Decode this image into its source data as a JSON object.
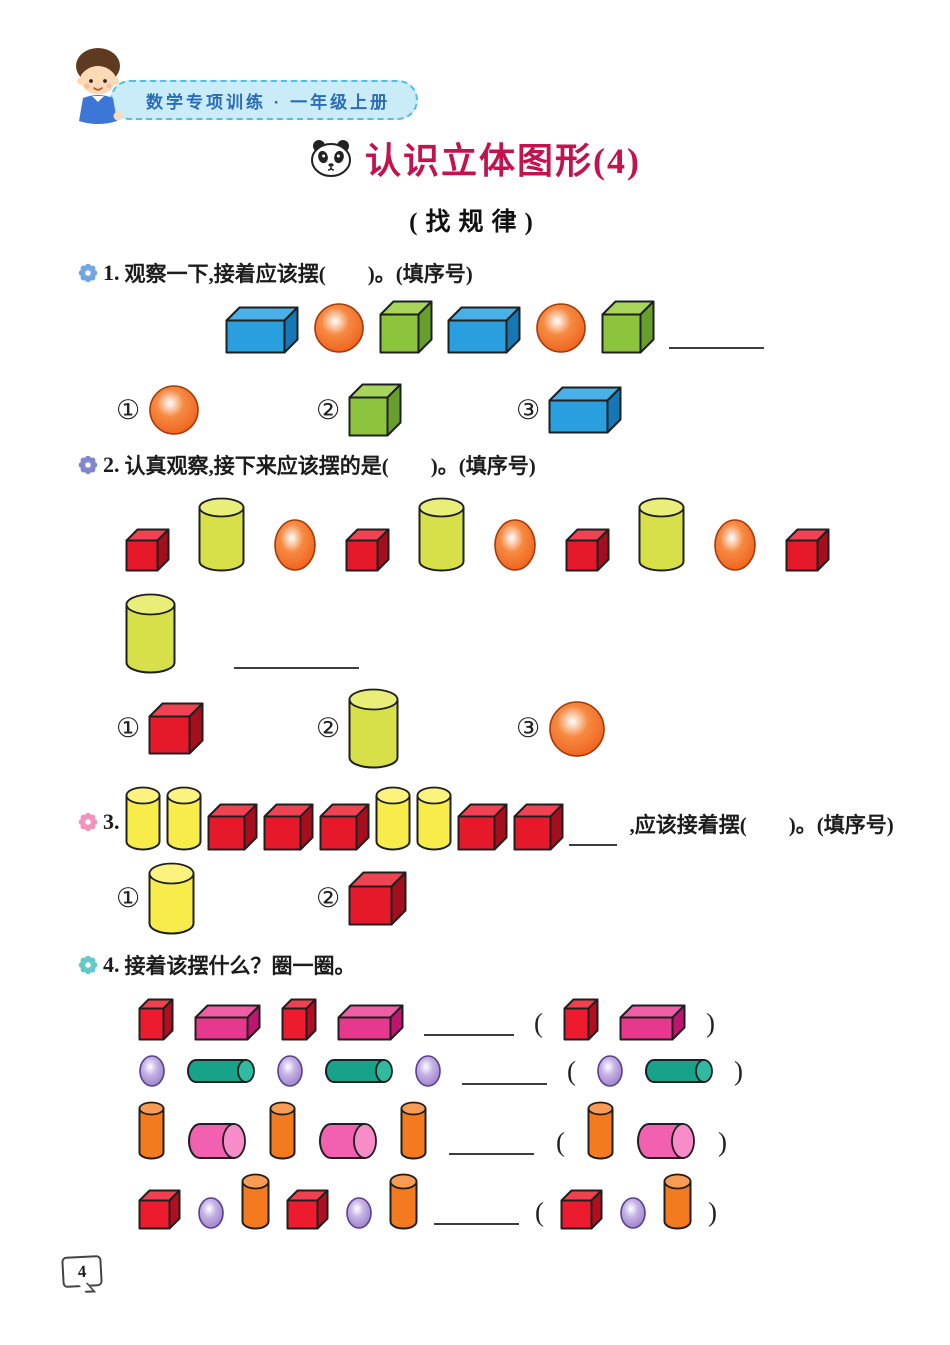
{
  "page": {
    "number": "4"
  },
  "header": {
    "banner_text": "数学专项训练 · 一年级上册"
  },
  "icons": {
    "mascot": "boy-avatar",
    "title_icon": "panda-face",
    "banner_end": "blue-bird"
  },
  "title": {
    "main": "认识立体图形(4)",
    "subtitle": "(找规律)"
  },
  "colors": {
    "title": "#c2134e",
    "banner_bg": "#c9ecf8",
    "banner_border": "#53bedd",
    "banner_text": "#2b6cb8",
    "blank_line": "#3d3d3d"
  },
  "presets": {
    "blueCuboid": {
      "t": "cuboid",
      "name": "blue-cuboid",
      "w": 58,
      "h": 32,
      "d": 13,
      "f": "#2a9fe0",
      "top": "#49b0e8",
      "side": "#1577b5"
    },
    "greenCube": {
      "t": "cuboid",
      "name": "green-cube",
      "w": 38,
      "h": 38,
      "d": 13,
      "f": "#8cc43d",
      "top": "#a7d55c",
      "side": "#679f2d"
    },
    "orangeSphere": {
      "t": "sphere",
      "name": "orange-sphere",
      "rx": 24,
      "ry": 24,
      "f": "#ee5a16",
      "mid": "#f68a42",
      "stroke": "#a33a08"
    },
    "orangeSphereL": {
      "t": "sphere",
      "name": "orange-sphere",
      "rx": 27,
      "ry": 27,
      "f": "#ee5a16",
      "mid": "#f68a42",
      "stroke": "#a33a08"
    },
    "orangeOval": {
      "t": "sphere",
      "name": "orange-sphere",
      "rx": 20,
      "ry": 25,
      "f": "#ee5a16",
      "mid": "#f68a42",
      "stroke": "#a33a08"
    },
    "redCubeS": {
      "t": "cuboid",
      "name": "red-cube",
      "w": 31,
      "h": 30,
      "d": 11,
      "f": "#e6192b",
      "top": "#ef4353",
      "side": "#a50e1d"
    },
    "redCubeOpt": {
      "t": "cuboid",
      "name": "red-cube",
      "w": 40,
      "h": 37,
      "d": 13,
      "f": "#e6192b",
      "top": "#ef4353",
      "side": "#a50e1d"
    },
    "ygCyl": {
      "t": "cylv",
      "name": "yellow-green-cylinder",
      "w": 44,
      "h": 72,
      "ry": 9,
      "f": "#d8e049",
      "top": "#e8ee78"
    },
    "ygCylL": {
      "t": "cylv",
      "name": "yellow-green-cylinder",
      "w": 48,
      "h": 78,
      "ry": 10,
      "f": "#d8e049",
      "top": "#e8ee78"
    },
    "yCyl": {
      "t": "cylv",
      "name": "yellow-cylinder",
      "w": 33,
      "h": 62,
      "ry": 8,
      "f": "#f8ec4b",
      "top": "#fbf37d"
    },
    "yCylOpt": {
      "t": "cylv",
      "name": "yellow-cylinder",
      "w": 44,
      "h": 70,
      "ry": 10,
      "f": "#f8ec4b",
      "top": "#fbf37d"
    },
    "redCubeQ3": {
      "t": "cuboid",
      "name": "red-cube",
      "w": 36,
      "h": 33,
      "d": 12,
      "f": "#e6192b",
      "top": "#ef4353",
      "side": "#a50e1d"
    },
    "redCubeQ3Opt": {
      "t": "cuboid",
      "name": "red-cube",
      "w": 42,
      "h": 38,
      "d": 14,
      "f": "#e6192b",
      "top": "#ef4353",
      "side": "#a50e1d"
    },
    "r4redCubeTall": {
      "t": "cuboid",
      "name": "red-cube",
      "w": 24,
      "h": 31,
      "d": 9,
      "f": "#ec1c2e",
      "top": "#f24050",
      "side": "#b20e1f"
    },
    "r4redCube": {
      "t": "cuboid",
      "name": "red-cube",
      "w": 30,
      "h": 28,
      "d": 10,
      "f": "#ec1c2e",
      "top": "#f24050",
      "side": "#b20e1f"
    },
    "magentaCuboid": {
      "t": "cuboid",
      "name": "magenta-cuboid",
      "w": 52,
      "h": 22,
      "d": 12,
      "f": "#e6398e",
      "top": "#ef5da7",
      "side": "#bd1570"
    },
    "purpleSphere": {
      "t": "sphere",
      "name": "purple-sphere",
      "rx": 12,
      "ry": 15,
      "f": "#9577c5",
      "mid": "#c5b2e5",
      "stroke": "#584090"
    },
    "tealCylH": {
      "t": "cylh",
      "name": "teal-cylinder",
      "w": 66,
      "h": 22,
      "rx": 8,
      "f": "#17a28a",
      "cap": "#2fbaa1"
    },
    "pinkCylH": {
      "t": "cylh",
      "name": "pink-cylinder",
      "w": 56,
      "h": 34,
      "rx": 11,
      "f": "#f161b0",
      "cap": "#f78cc8"
    },
    "orangeCylV": {
      "t": "cylv",
      "name": "orange-cylinder",
      "w": 24,
      "h": 56,
      "ry": 6,
      "f": "#f37a1f",
      "top": "#f69c55"
    },
    "orangeCylV2": {
      "t": "cylv",
      "name": "orange-cylinder",
      "w": 26,
      "h": 54,
      "ry": 7,
      "f": "#f37a1f",
      "top": "#f69c55"
    },
    "blank95": {
      "t": "blank",
      "w": 95
    },
    "blank125": {
      "t": "blank",
      "w": 125
    },
    "blank45": {
      "t": "blank",
      "w": 48
    },
    "blank90": {
      "t": "blank",
      "w": 90
    },
    "blank85": {
      "t": "blank",
      "w": 85
    },
    "parenL": {
      "t": "txt",
      "v": "("
    },
    "parenR": {
      "t": "txt",
      "v": ")"
    }
  },
  "questions": [
    {
      "num": "1.",
      "bullet": "#6fa6e2",
      "text": "观察一下,接着应该摆(　　)。(填序号)",
      "sequence": [
        "blueCuboid",
        "orangeSphere",
        "greenCube",
        "blueCuboid",
        "orangeSphere",
        "greenCube",
        "blank95"
      ],
      "options": [
        {
          "label": "①",
          "shapes": [
            "orangeSphere"
          ]
        },
        {
          "label": "②",
          "shapes": [
            "greenCube"
          ]
        },
        {
          "label": "③",
          "shapes": [
            "blueCuboid"
          ]
        }
      ]
    },
    {
      "num": "2.",
      "bullet": "#8187cf",
      "text": "认真观察,接下来应该摆的是(　　)。(填序号)",
      "sequence": [
        "redCubeS",
        "ygCyl",
        "orangeOval",
        "redCubeS",
        "ygCyl",
        "orangeOval",
        "redCubeS",
        "ygCyl",
        "orangeOval",
        "redCubeS"
      ],
      "sequence2": [
        "ygCylL",
        "blank125"
      ],
      "options": [
        {
          "label": "①",
          "shapes": [
            "redCubeOpt"
          ]
        },
        {
          "label": "②",
          "shapes": [
            "ygCylL"
          ]
        },
        {
          "label": "③",
          "shapes": [
            "orangeSphereL"
          ]
        }
      ]
    },
    {
      "num": "3.",
      "bullet": "#f094bb",
      "text_after": ",应该接着摆(　　)。(填序号)",
      "sequence": [
        "yCyl",
        "yCyl",
        "redCubeQ3",
        "redCubeQ3",
        "redCubeQ3",
        "yCyl",
        "yCyl",
        "redCubeQ3",
        "redCubeQ3",
        "blank45"
      ],
      "options": [
        {
          "label": "①",
          "shapes": [
            "yCylOpt"
          ]
        },
        {
          "label": "②",
          "shapes": [
            "redCubeQ3Opt"
          ]
        }
      ]
    },
    {
      "num": "4.",
      "bullet": "#65c8c6",
      "text": "接着该摆什么？圈一圈。",
      "rows": [
        {
          "shapes": [
            "r4redCubeTall",
            "magentaCuboid",
            "r4redCubeTall",
            "magentaCuboid",
            "blank90",
            "parenL",
            "r4redCubeTall",
            "magentaCuboid",
            "parenR"
          ]
        },
        {
          "shapes": [
            "purpleSphere",
            "tealCylH",
            "purpleSphere",
            "tealCylH",
            "purpleSphere",
            "blank85",
            "parenL",
            "purpleSphere",
            "tealCylH",
            "parenR"
          ]
        },
        {
          "shapes": [
            "orangeCylV",
            "pinkCylH",
            "orangeCylV",
            "pinkCylH",
            "orangeCylV",
            "blank85",
            "parenL",
            "orangeCylV",
            "pinkCylH",
            "parenR"
          ]
        },
        {
          "shapes": [
            "r4redCube",
            "purpleSphere",
            "orangeCylV2",
            "r4redCube",
            "purpleSphere",
            "orangeCylV2",
            "blank85",
            "parenL",
            "r4redCube",
            "purpleSphere",
            "orangeCylV2",
            "parenR"
          ]
        }
      ]
    }
  ]
}
